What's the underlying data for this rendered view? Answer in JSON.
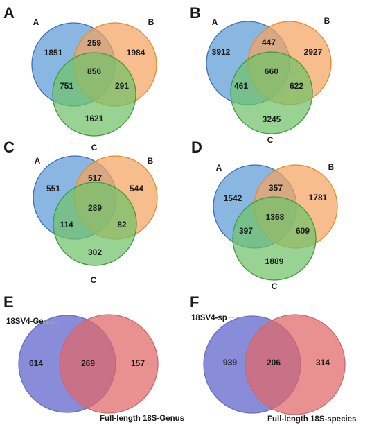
{
  "panels": [
    {
      "letter": "A",
      "set_labels": [
        "A",
        "B",
        "C"
      ],
      "regions": {
        "a_only": "1851",
        "b_only": "1984",
        "c_only": "1621",
        "ab": "259",
        "ac": "751",
        "bc": "291",
        "abc": "856"
      }
    },
    {
      "letter": "B",
      "set_labels": [
        "A",
        "B",
        "C"
      ],
      "regions": {
        "a_only": "3912",
        "b_only": "2927",
        "c_only": "3245",
        "ab": "447",
        "ac": "461",
        "bc": "622",
        "abc": "660"
      }
    },
    {
      "letter": "C",
      "set_labels": [
        "A",
        "B",
        "C"
      ],
      "regions": {
        "a_only": "551",
        "b_only": "544",
        "c_only": "302",
        "ab": "517",
        "ac": "114",
        "bc": "82",
        "abc": "289"
      }
    },
    {
      "letter": "D",
      "set_labels": [
        "A",
        "B",
        "C"
      ],
      "regions": {
        "a_only": "1542",
        "b_only": "1781",
        "c_only": "1889",
        "ab": "357",
        "ac": "397",
        "bc": "609",
        "abc": "1368"
      }
    },
    {
      "letter": "E",
      "set_labels": [
        "18SV4-Ge",
        "Full-length 18S-Genus"
      ],
      "regions": {
        "left_only": "614",
        "both": "269",
        "right_only": "157"
      }
    },
    {
      "letter": "F",
      "set_labels": [
        "18SV4-sp",
        "Full-length 18S-species"
      ],
      "regions": {
        "left_only": "939",
        "both": "206",
        "right_only": "314"
      }
    }
  ],
  "colors": {
    "set_a_fill": "#5b9bd5",
    "set_a_stroke": "#3a6fb5",
    "set_b_fill": "#f4a460",
    "set_b_stroke": "#e48a2a",
    "set_c_fill": "#70c26a",
    "set_c_stroke": "#3f9a3a",
    "two_left_fill": "#6a6fd0",
    "two_right_fill": "#e06666",
    "two_left_stroke": "#6b6fb8",
    "two_right_stroke": "#c96a6a"
  }
}
